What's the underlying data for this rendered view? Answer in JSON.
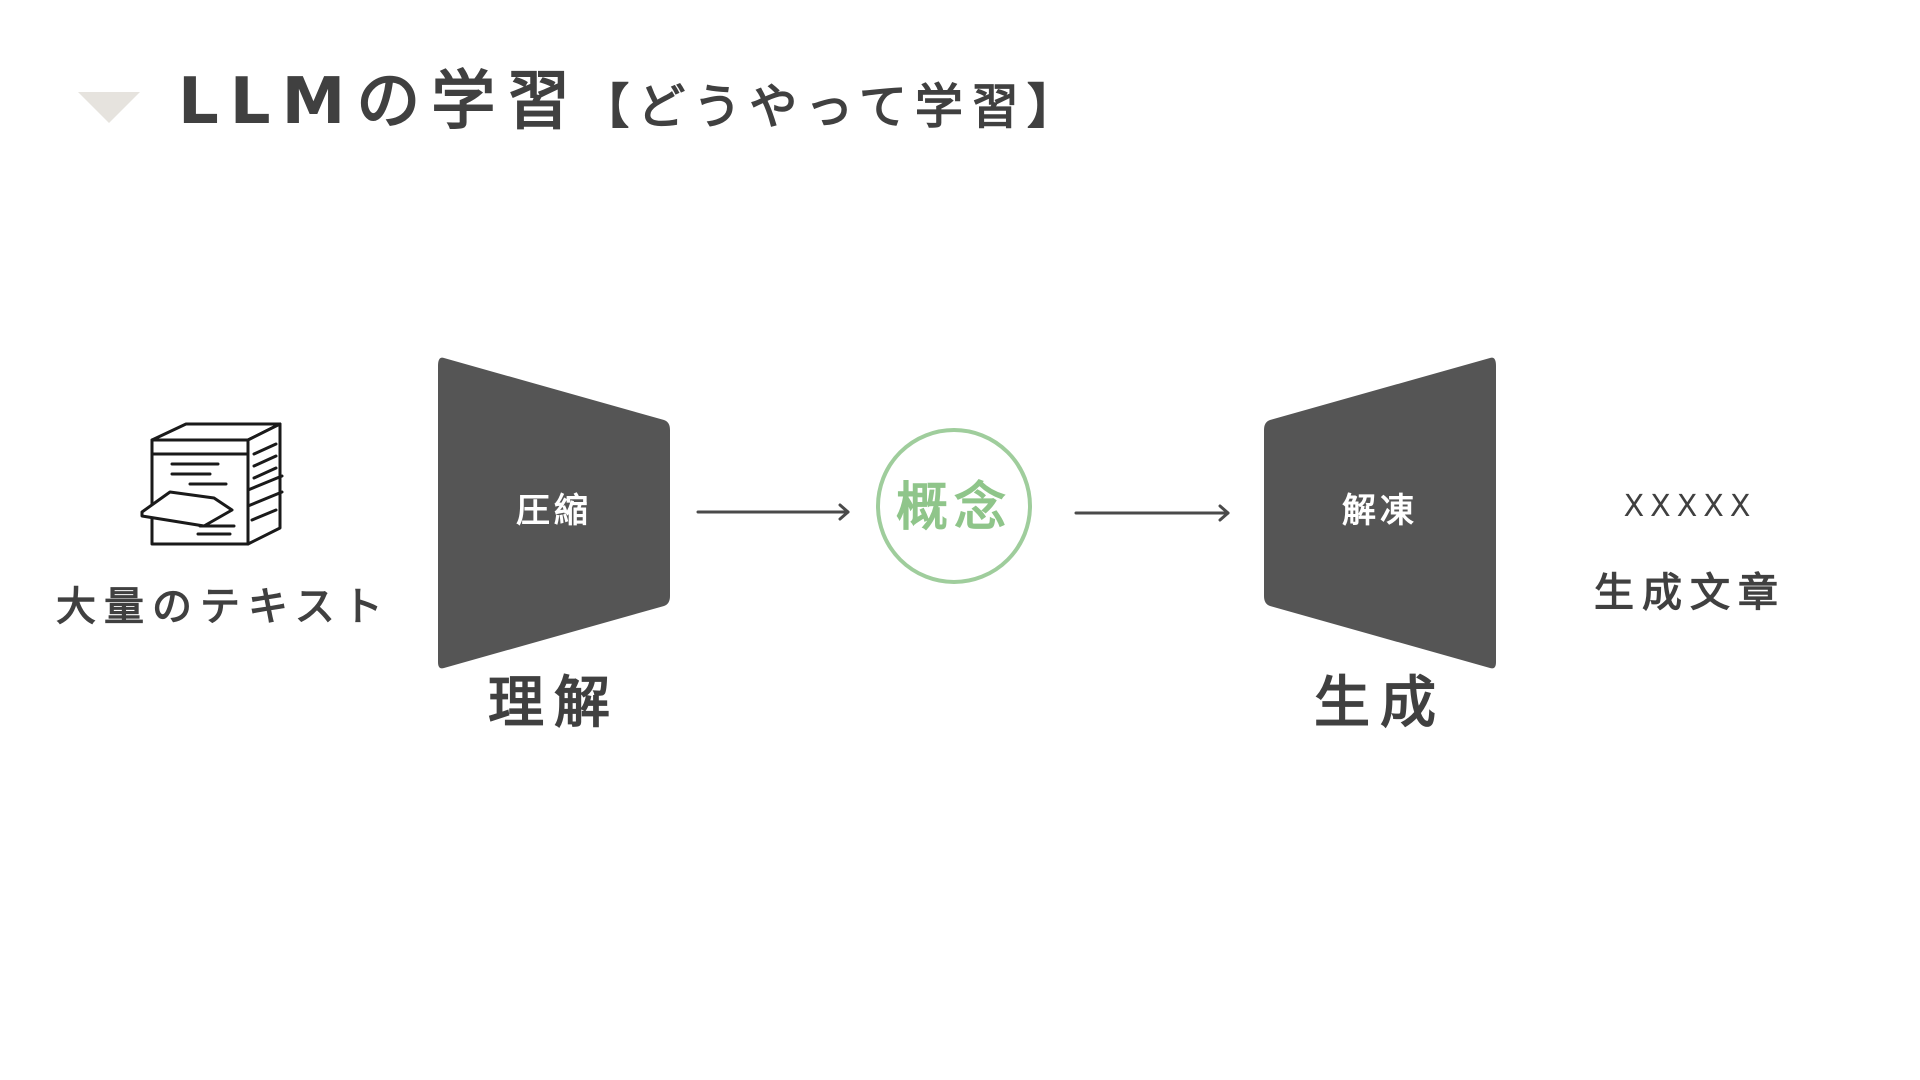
{
  "title": {
    "main": "LLMの学習",
    "sub": "【どうやって学習】"
  },
  "input": {
    "icon": "document-stack-icon",
    "label": "大量のテキスト"
  },
  "encoder": {
    "inner_label": "圧縮",
    "stage_label": "理解"
  },
  "concept": {
    "label": "概念"
  },
  "decoder": {
    "inner_label": "解凍",
    "stage_label": "生成"
  },
  "output": {
    "sample": "XXXXX",
    "label": "生成文章"
  },
  "colors": {
    "text": "#404040",
    "trapezoid": "#555555",
    "concept_green": "#8fc58a",
    "title_marker": "#e6e3de",
    "arrow": "#4a4a4a"
  }
}
